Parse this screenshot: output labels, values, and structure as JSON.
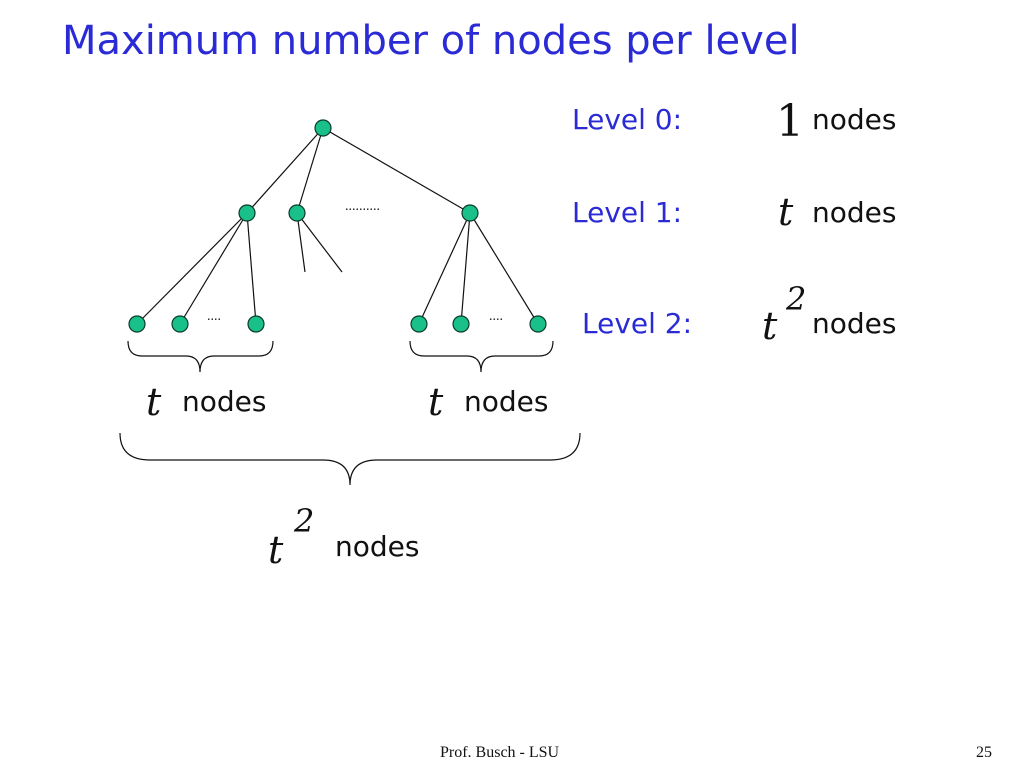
{
  "slide": {
    "title": "Maximum number of nodes per level",
    "levels": [
      {
        "label": "Level 0:",
        "value": "1",
        "exponent": "",
        "unit": "nodes"
      },
      {
        "label": "Level 1:",
        "value": "t",
        "exponent": "",
        "unit": "nodes"
      },
      {
        "label": "Level 2:",
        "value": "t",
        "exponent": "2",
        "unit": "nodes"
      }
    ],
    "tree": {
      "ellipsis_long": "..........",
      "ellipsis_short_left": "....",
      "ellipsis_short_right": "....",
      "left_group": {
        "value": "t",
        "unit": "nodes"
      },
      "right_group": {
        "value": "t",
        "unit": "nodes"
      },
      "total": {
        "value": "t",
        "exponent": "2",
        "unit": "nodes"
      }
    },
    "footer": {
      "author": "Prof. Busch - LSU",
      "page": "25"
    },
    "colors": {
      "title": "#2b2bd6",
      "node_fill": "#19c08a",
      "node_stroke": "#0b3a2a",
      "edges": "#111111"
    }
  }
}
